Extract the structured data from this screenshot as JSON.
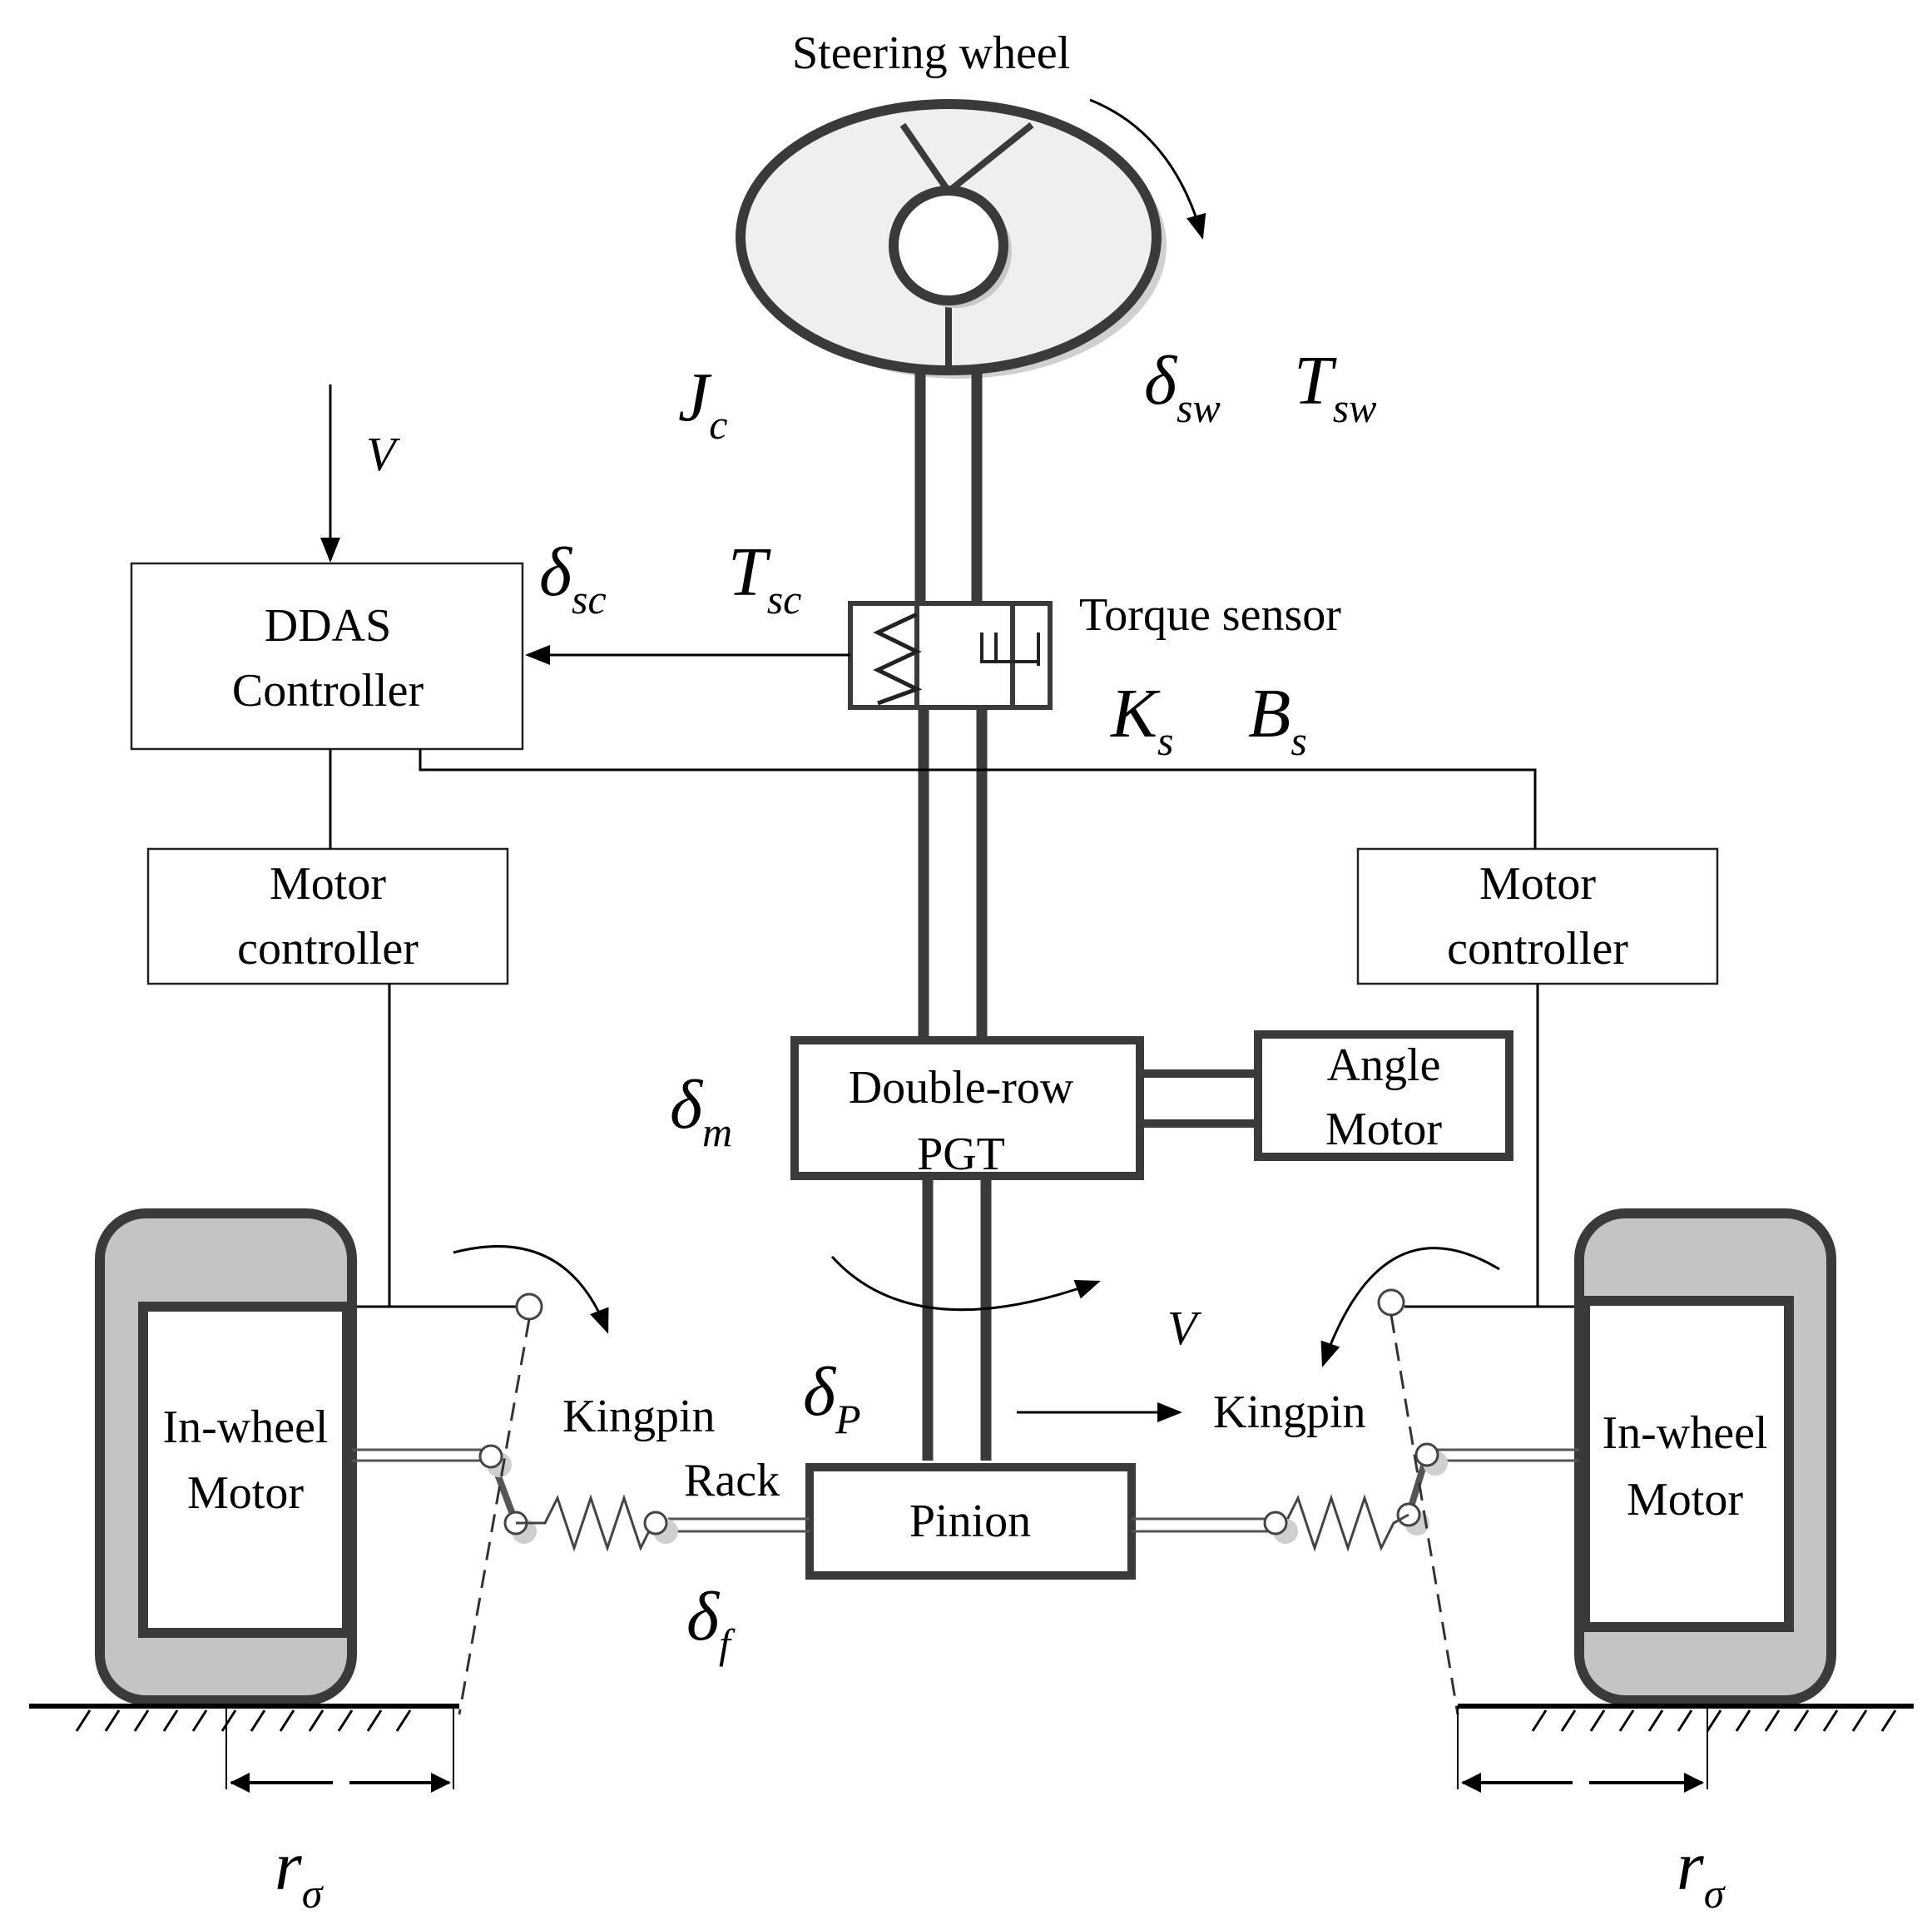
{
  "labels": {
    "steering_wheel": "Steering wheel",
    "torque_sensor": "Torque sensor",
    "ddas_line1": "DDAS",
    "ddas_line2": "Controller",
    "motor_ctrl_line1": "Motor",
    "motor_ctrl_line2": "controller",
    "pgt_line1": "Double-row",
    "pgt_line2": "PGT",
    "angle_motor_line1": "Angle",
    "angle_motor_line2": "Motor",
    "pinion": "Pinion",
    "rack": "Rack",
    "kingpin": "Kingpin",
    "wheel_line1": "In-wheel",
    "wheel_line2": "Motor"
  },
  "symbols": {
    "Jc": {
      "main": "J",
      "sub": "c"
    },
    "delta_sw": {
      "main": "δ",
      "sub": "sw"
    },
    "T_sw": {
      "main": "T",
      "sub": "sw"
    },
    "delta_sc": {
      "main": "δ",
      "sub": "sc"
    },
    "T_sc": {
      "main": "T",
      "sub": "sc"
    },
    "K_s": {
      "main": "K",
      "sub": "s"
    },
    "B_s": {
      "main": "B",
      "sub": "s"
    },
    "delta_m": {
      "main": "δ",
      "sub": "m"
    },
    "delta_p": {
      "main": "δ",
      "sub": "P"
    },
    "delta_f": {
      "main": "δ",
      "sub": "f"
    },
    "r_sigma": {
      "main": "r",
      "sub": "σ"
    },
    "V": "V"
  },
  "colors": {
    "tire": "#c4c4c4",
    "heavy_stroke": "#3a3a3a",
    "wheel_fill": "#eeeeee"
  }
}
